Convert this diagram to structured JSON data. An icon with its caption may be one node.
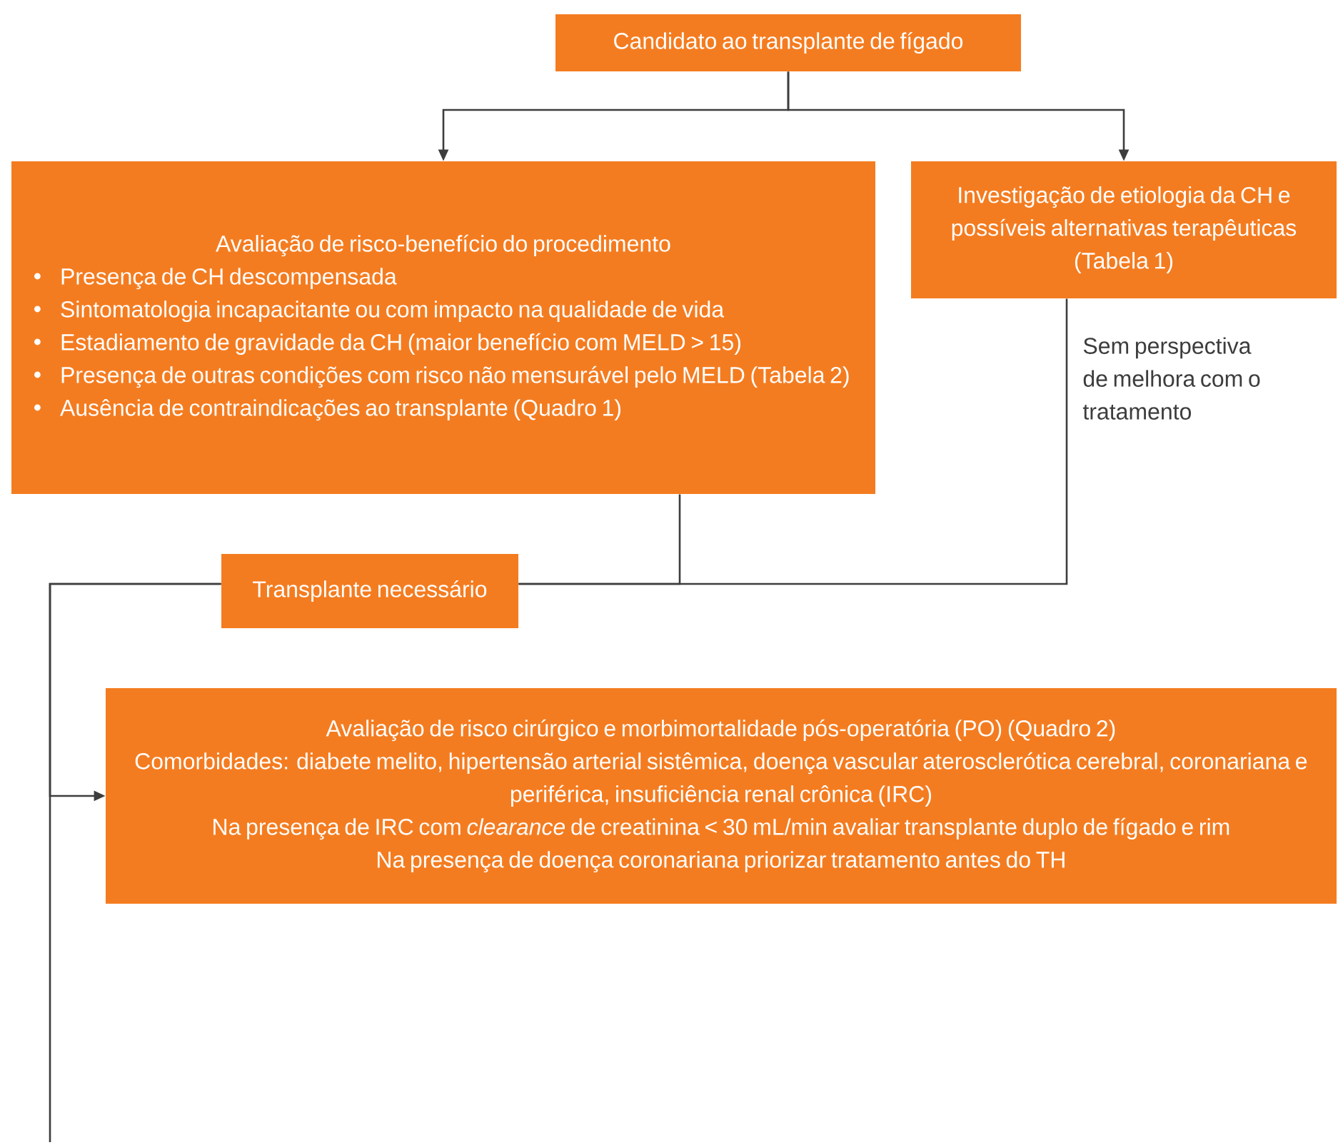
{
  "diagram": {
    "nodes": [
      {
        "text": [
          "Candidato ao transplante de fígado"
        ]
      },
      {
        "text": [
          "Avaliação de risco-benefício do procedimento",
          "Presença de CH descompensada",
          "Sintomatologia incapacitante ou com impacto na qualidade de vida",
          "Estadiamento de gravidade da CH (maior benefício com MELD > 15)",
          "Presença de outras condições com risco não mensurável pelo MELD (Tabela 2)",
          "Ausência de contraindicações ao transplante (Quadro 1)"
        ]
      },
      {
        "text": [
          "Investigação de etiologia da CH e possíveis alternativas terapêuticas (Tabela 1)"
        ]
      },
      {
        "text": [
          "Transplante necessário"
        ]
      },
      {
        "text": [
          "Avaliação de risco cirúrgico e morbimortalidade pós-operatória (PO) (Quadro 2)",
          "Comorbidades: diabete melito, hipertensão arterial sistêmica, doença vascular aterosclerótica cerebral, coronariana e periférica, insuficiência renal crônica (IRC)",
          "Na presença de IRC com *clearance* de creatinina < 30 mL/min avaliar transplante duplo de fígado e rim",
          "Na presença de doença coronariana priorizar tratamento antes do TH"
        ]
      }
    ],
    "edges": [
      {
        "from": 0,
        "to": 1,
        "arrow": "to"
      },
      {
        "from": 0,
        "to": 2,
        "arrow": "to"
      },
      {
        "from": 1,
        "to": 3,
        "arrow": "none"
      },
      {
        "from": 2,
        "to": 3,
        "arrow": "none",
        "label": "Sem perspectiva de melhora com o tratamento"
      },
      {
        "from": 3,
        "to": 4,
        "arrow": "to"
      },
      {
        "from": 3,
        "to": null,
        "arrow": "none"
      }
    ]
  }
}
